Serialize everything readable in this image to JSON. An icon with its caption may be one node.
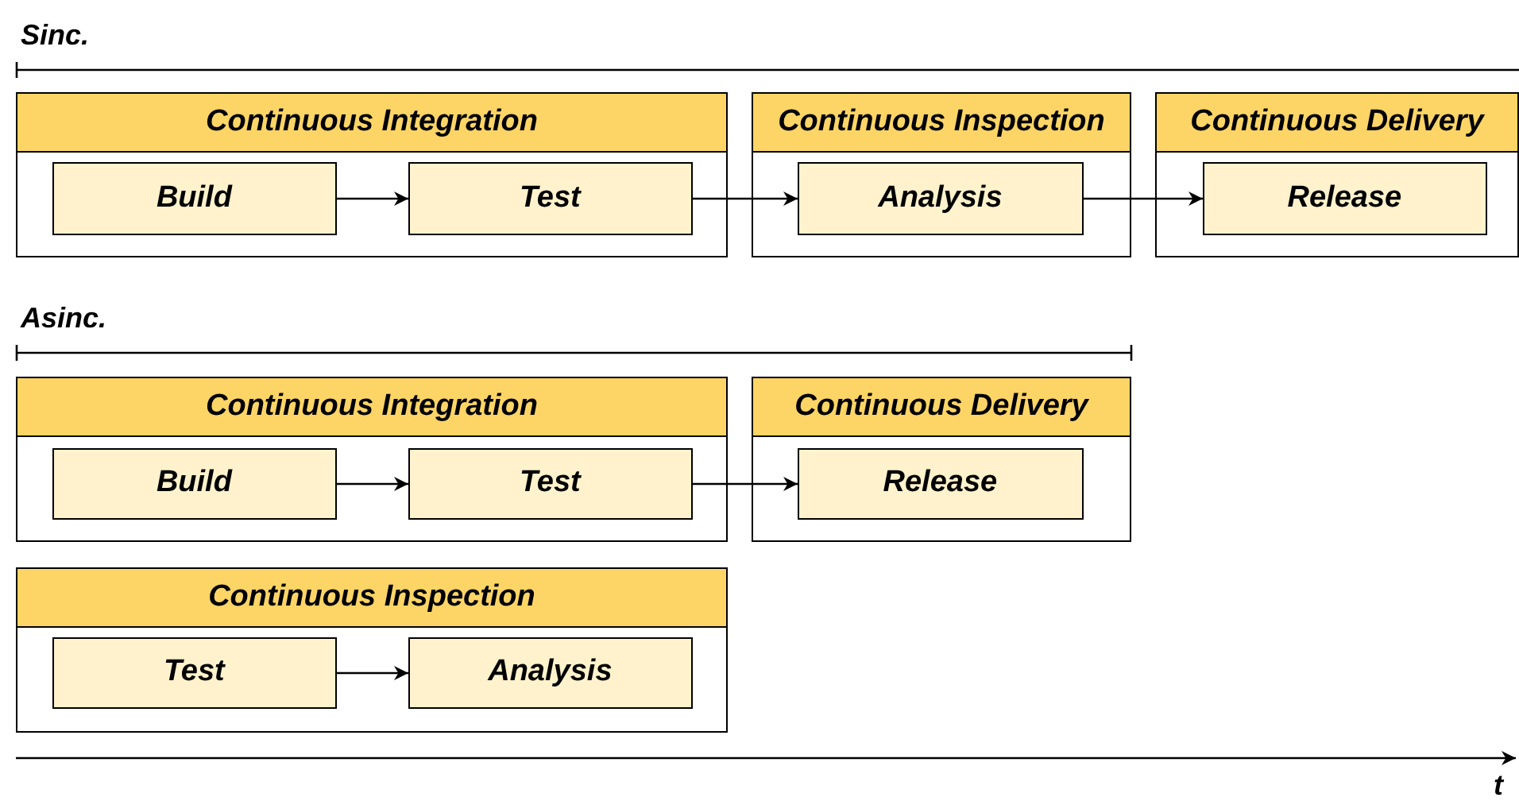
{
  "diagram": {
    "nodes": [
      {
        "text": [
          "Continuous Integration"
        ]
      },
      {
        "text": [
          "Build"
        ],
        "in": 0
      },
      {
        "text": [
          "Test"
        ],
        "in": 0
      },
      {
        "text": [
          "Continuous Inspection"
        ]
      },
      {
        "text": [
          "Analysis"
        ],
        "in": 3
      },
      {
        "text": [
          "Continuous Delivery"
        ]
      },
      {
        "text": [
          "Release"
        ],
        "in": 5
      },
      {
        "text": [
          "Continuous Integration"
        ]
      },
      {
        "text": [
          "Build"
        ],
        "in": 7
      },
      {
        "text": [
          "Test"
        ],
        "in": 7
      },
      {
        "text": [
          "Continuous Delivery"
        ]
      },
      {
        "text": [
          "Release"
        ],
        "in": 10
      },
      {
        "text": [
          "Continuous Inspection"
        ]
      },
      {
        "text": [
          "Test"
        ],
        "in": 12
      },
      {
        "text": [
          "Analysis"
        ],
        "in": 12
      }
    ],
    "edges": [
      {
        "from": 1,
        "to": 2,
        "arrow": "to"
      },
      {
        "from": 2,
        "to": 4,
        "arrow": "to"
      },
      {
        "from": 4,
        "to": 6,
        "arrow": "to"
      },
      {
        "from": 8,
        "to": 9,
        "arrow": "to"
      },
      {
        "from": 9,
        "to": 11,
        "arrow": "to"
      },
      {
        "from": 13,
        "to": 14,
        "arrow": "to"
      }
    ],
    "labels": [
      "Sinc.",
      "Asinc.",
      "t"
    ]
  }
}
